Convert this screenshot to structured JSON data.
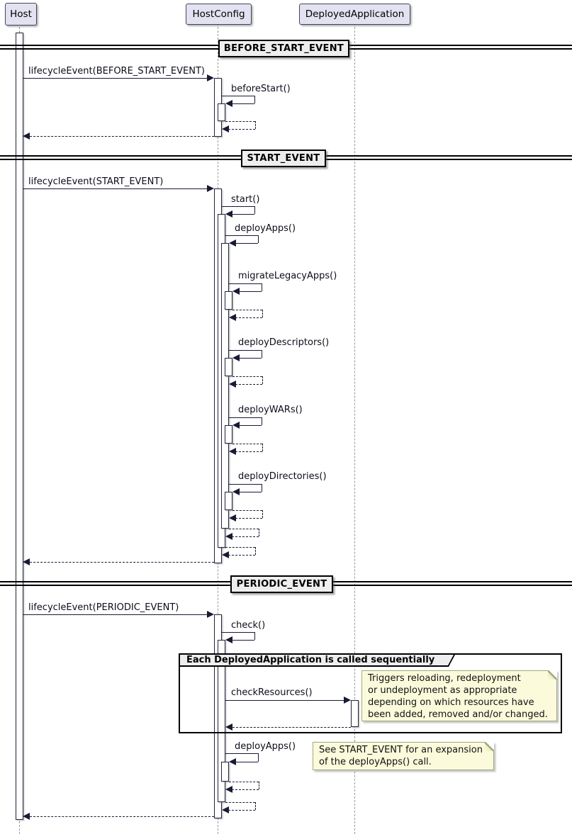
{
  "participants": [
    {
      "label": "Host"
    },
    {
      "label": "HostConfig"
    },
    {
      "label": "DeployedApplication"
    }
  ],
  "dividers": [
    {
      "label": "BEFORE_START_EVENT"
    },
    {
      "label": "START_EVENT"
    },
    {
      "label": "PERIODIC_EVENT"
    }
  ],
  "messages": {
    "before": {
      "lifecycle": "lifecycleEvent(BEFORE_START_EVENT)",
      "beforeStart": "beforeStart()"
    },
    "start": {
      "lifecycle": "lifecycleEvent(START_EVENT)",
      "start": "start()",
      "deployApps": "deployApps()",
      "migrateLegacyApps": "migrateLegacyApps()",
      "deployDescriptors": "deployDescriptors()",
      "deployWARs": "deployWARs()",
      "deployDirectories": "deployDirectories()"
    },
    "periodic": {
      "lifecycle": "lifecycleEvent(PERIODIC_EVENT)",
      "check": "check()",
      "checkResources": "checkResources()",
      "deployApps": "deployApps()"
    }
  },
  "group": {
    "title": "Each DeployedApplication is called sequentially"
  },
  "notes": [
    {
      "lines": [
        "Triggers reloading, redeployment",
        "or undeployment as appropriate",
        "depending on which resources have",
        "been added, removed and/or changed."
      ]
    },
    {
      "lines": [
        "See START_EVENT for an expansion",
        "of the deployApps() call."
      ]
    }
  ],
  "colors": {
    "participant_fill": "#E2E2F0",
    "note_fill": "#FBFBDC",
    "divider_fill": "#EEEEEE",
    "line": "#181B35",
    "lifeline": "#999999"
  }
}
